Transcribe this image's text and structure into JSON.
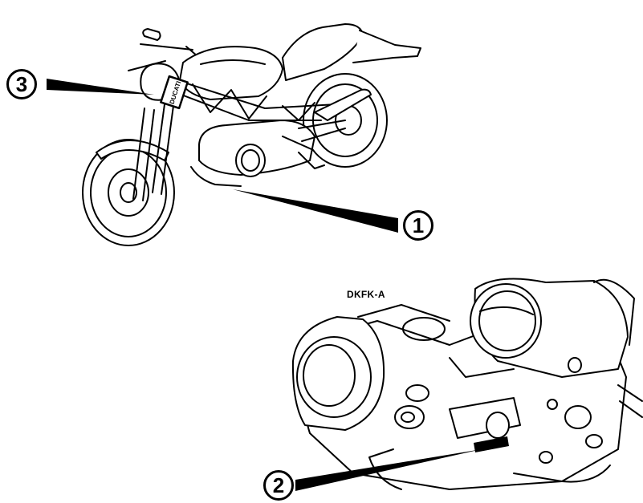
{
  "callouts": {
    "one": "1",
    "two": "2",
    "three": "3"
  },
  "diagram_code": "DKFK-A",
  "frame_stamp": "DUCATI",
  "colors": {
    "line": "#000000",
    "background": "#ffffff"
  }
}
